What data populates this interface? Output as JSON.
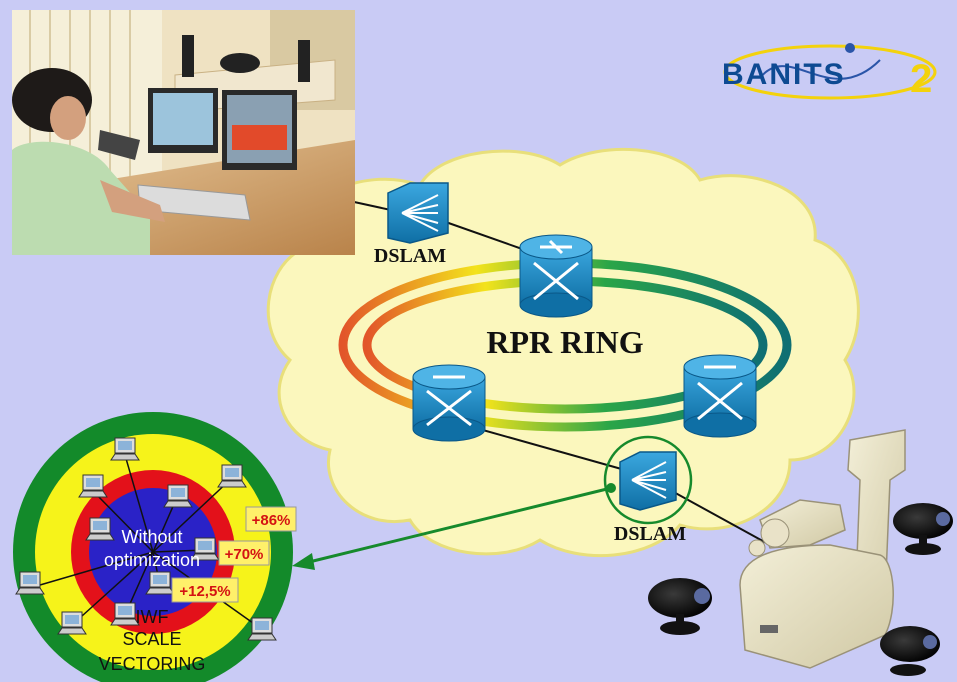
{
  "logo": {
    "text": "BANITS",
    "suffix": "2"
  },
  "network": {
    "ring_label": "RPR RING",
    "dslam_top_label": "DSLAM",
    "dslam_bottom_label": "DSLAM"
  },
  "rings": {
    "inner_label_1": "Without",
    "inner_label_2": "optimization",
    "iwf_label": "IWF",
    "scale_label": "SCALE",
    "vectoring_label": "VECTORING",
    "gain_outer": "+86%",
    "gain_middle": "+70%",
    "gain_inner": "+12,5%"
  },
  "colors": {
    "background": "#c9cbf5",
    "cloud": "#fbf7bd",
    "router": "#1b86c2",
    "ring_outer": "#138a2a",
    "ring_yellow": "#f6f31a",
    "ring_red": "#e3111a",
    "ring_core": "#2a22c7",
    "arrow": "#168a2c",
    "gain_box": "#fff06a",
    "gain_text": "#d41212"
  }
}
